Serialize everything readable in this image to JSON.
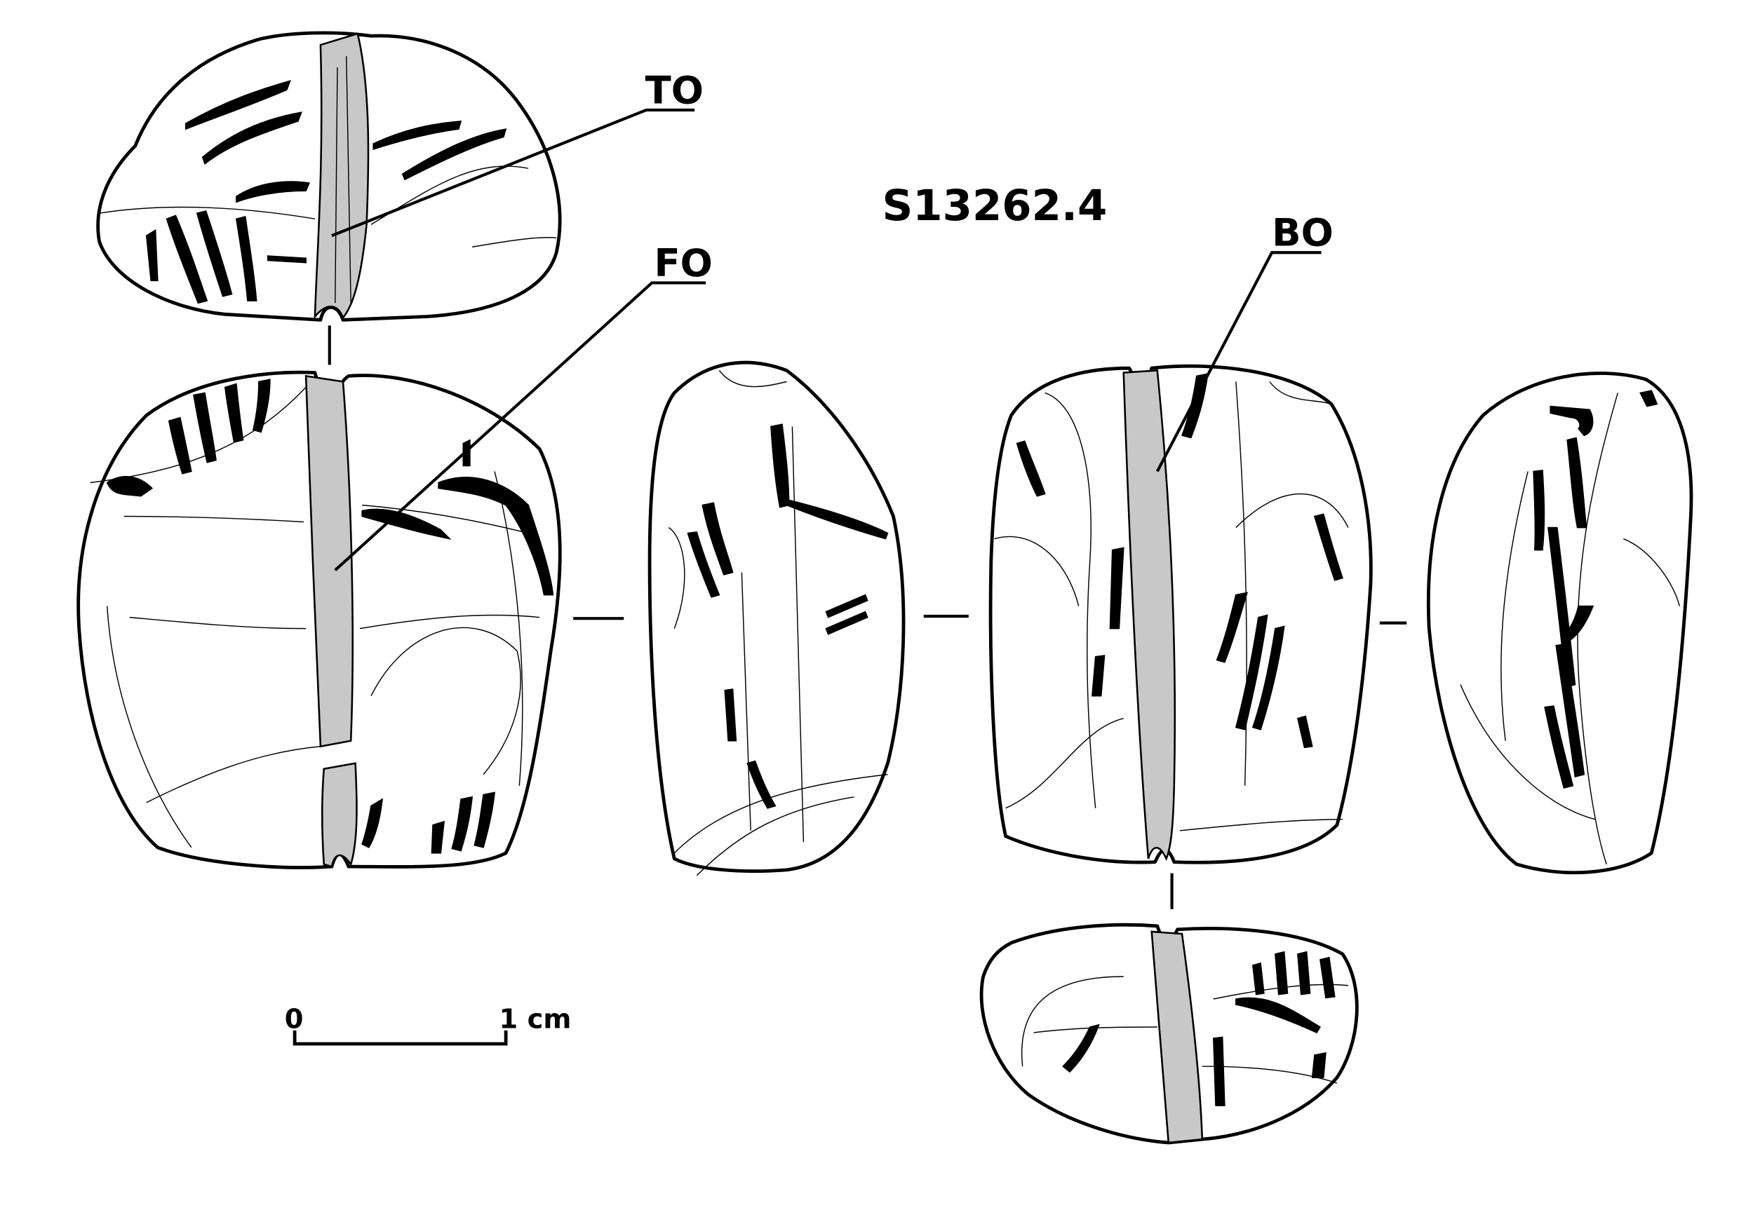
{
  "title": "S13262.4",
  "labels": {
    "top": "TO",
    "front": "FO",
    "back": "BO"
  },
  "scale_bar": {
    "start": "0",
    "end": "1 cm"
  },
  "colors": {
    "ink": "#000000",
    "surface_band": "#c8c8c8",
    "background": "#ffffff"
  }
}
